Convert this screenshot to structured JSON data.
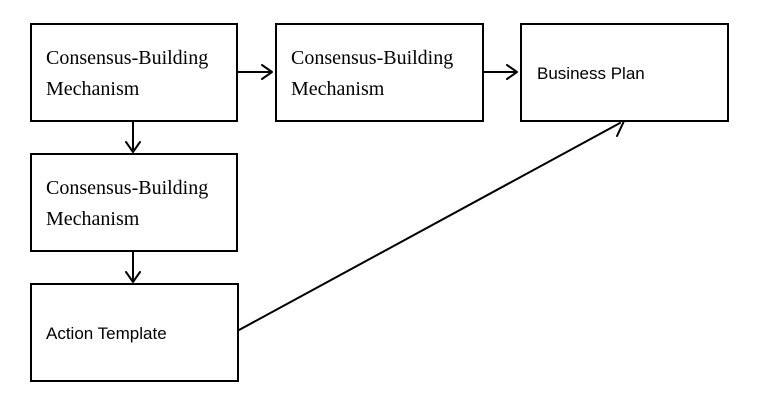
{
  "nodes": {
    "box_a": {
      "line1": "Consensus-Building",
      "line2": "Mechanism"
    },
    "box_b": {
      "line1": "Consensus-Building",
      "line2": "Mechanism"
    },
    "box_c": {
      "label": "Business Plan"
    },
    "box_d": {
      "line1": "Consensus-Building",
      "line2": "Mechanism"
    },
    "box_e": {
      "label": "Action Template"
    }
  },
  "colors": {
    "background": "#ffffff",
    "stroke": "#000000",
    "text": "#000000"
  }
}
